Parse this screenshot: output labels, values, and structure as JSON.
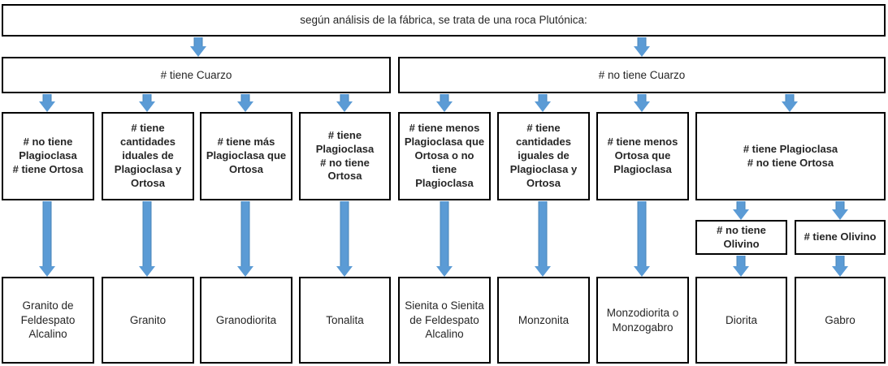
{
  "diagram": {
    "title": "según análisis de la fábrica, se trata de una roca Plutónica:",
    "colors": {
      "arrow_fill": "#5B9BD5",
      "arrow_stroke": "#4A86B8",
      "box_border": "#000000",
      "box_fill": "#FFFFFF",
      "text": "#262626"
    },
    "branches": [
      {
        "label": "# tiene Cuarzo"
      },
      {
        "label": "# no tiene Cuarzo"
      }
    ],
    "conditions": [
      {
        "label": "# no tiene\nPlagioclasa\n# tiene Ortosa"
      },
      {
        "label": "# tiene\ncantidades\niduales de\nPlagioclasa y\nOrtosa"
      },
      {
        "label": "# tiene más\nPlagioclasa que\nOrtosa"
      },
      {
        "label": "# tiene\nPlagioclasa\n# no tiene\nOrtosa"
      },
      {
        "label": "# tiene menos\nPlagioclasa que\nOrtosa o no\ntiene\nPlagioclasa"
      },
      {
        "label": "# tiene\ncantidades\niguales de\nPlagioclasa y\nOrtosa"
      },
      {
        "label": "# tiene menos\nOrtosa que\nPlagioclasa"
      },
      {
        "label": "# tiene Plagioclasa\n# no tiene Ortosa"
      }
    ],
    "olivino": [
      {
        "label": "# no tiene\nOlivino"
      },
      {
        "label": "# tiene Olivino"
      }
    ],
    "results": [
      {
        "label": "Granito de\nFeldespato\nAlcalino"
      },
      {
        "label": "Granito"
      },
      {
        "label": "Granodiorita"
      },
      {
        "label": "Tonalita"
      },
      {
        "label": "Sienita o Sienita\nde Feldespato\nAlcalino"
      },
      {
        "label": "Monzonita"
      },
      {
        "label": "Monzodiorita o\nMonzogabro"
      },
      {
        "label": "Diorita"
      },
      {
        "label": "Gabro"
      }
    ]
  }
}
